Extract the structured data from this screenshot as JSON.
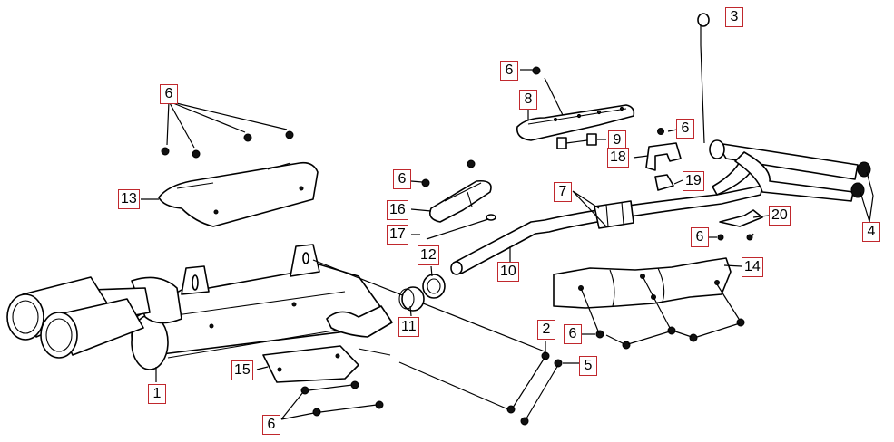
{
  "callouts": {
    "c1": "1",
    "c2": "2",
    "c3": "3",
    "c4": "4",
    "c5": "5",
    "c6a": "6",
    "c6b": "6",
    "c6c": "6",
    "c6d": "6",
    "c6e": "6",
    "c6f": "6",
    "c6g": "6",
    "c7": "7",
    "c8": "8",
    "c9": "9",
    "c10": "10",
    "c11": "11",
    "c12": "12",
    "c13": "13",
    "c14": "14",
    "c15": "15",
    "c16": "16",
    "c17": "17",
    "c18": "18",
    "c19": "19",
    "c20": "20"
  },
  "colors": {
    "callout_border": "#c0282d",
    "line": "#000000",
    "background": "#ffffff"
  }
}
